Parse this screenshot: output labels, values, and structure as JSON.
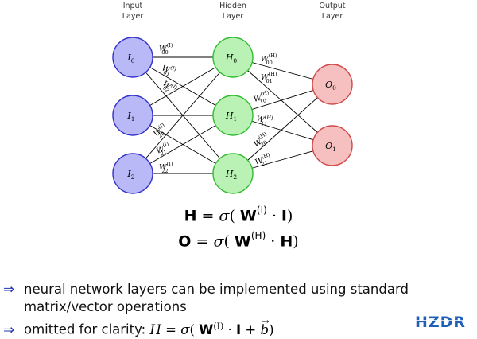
{
  "layers": {
    "input": {
      "title_line1": "Input",
      "title_line2": "Layer"
    },
    "hidden": {
      "title_line1": "Hidden",
      "title_line2": "Layer"
    },
    "output": {
      "title_line1": "Output",
      "title_line2": "Layer"
    }
  },
  "nodes": {
    "input": [
      {
        "base": "I",
        "sub": "0"
      },
      {
        "base": "I",
        "sub": "1"
      },
      {
        "base": "I",
        "sub": "2"
      }
    ],
    "hidden": [
      {
        "base": "H",
        "sub": "0"
      },
      {
        "base": "H",
        "sub": "1"
      },
      {
        "base": "H",
        "sub": "2"
      }
    ],
    "output": [
      {
        "base": "O",
        "sub": "0"
      },
      {
        "base": "O",
        "sub": "1"
      }
    ]
  },
  "colors": {
    "input_fill": "#b9b9f7",
    "input_stroke": "#3333cc",
    "hidden_fill": "#b9f2b4",
    "hidden_stroke": "#33bb33",
    "output_fill": "#f7c0c0",
    "output_stroke": "#d04848",
    "bullet_arrow": "#1f34b0",
    "logo_blue": "#1f5fb8"
  },
  "weights_ih": [
    {
      "sub": "00",
      "sup": "(I)"
    },
    {
      "sub": "01",
      "sup": "(I)"
    },
    {
      "sub": "02",
      "sup": "(I)"
    },
    {
      "sub": "20",
      "sup": "(I)"
    },
    {
      "sub": "21",
      "sup": "(I)"
    },
    {
      "sub": "22",
      "sup": "(I)"
    }
  ],
  "weights_ho": [
    {
      "sub": "00",
      "sup": "(H)"
    },
    {
      "sub": "01",
      "sup": "(H)"
    },
    {
      "sub": "10",
      "sup": "(H)"
    },
    {
      "sub": "11",
      "sup": "(H)"
    },
    {
      "sub": "20",
      "sup": "(H)"
    },
    {
      "sub": "21",
      "sup": "(H)"
    }
  ],
  "equations": {
    "eq1": {
      "lhs": "H",
      "sigma": "σ",
      "w": "W",
      "sup": "(I)",
      "rhs": "I"
    },
    "eq2": {
      "lhs": "O",
      "sigma": "σ",
      "w": "W",
      "sup": "(H)",
      "rhs": "H"
    }
  },
  "bullets": {
    "b1_line1": "neural network layers can be implemented using standard",
    "b1_line2": "matrix/vector operations",
    "b2_text": "omitted for clarity:",
    "b2_math_lhs": "H",
    "b2_math_sigma": "σ",
    "b2_math_w": "W",
    "b2_math_sup": "(I)",
    "b2_math_i": "I",
    "b2_math_b": "b"
  },
  "logo": {
    "text": "HZDR"
  }
}
